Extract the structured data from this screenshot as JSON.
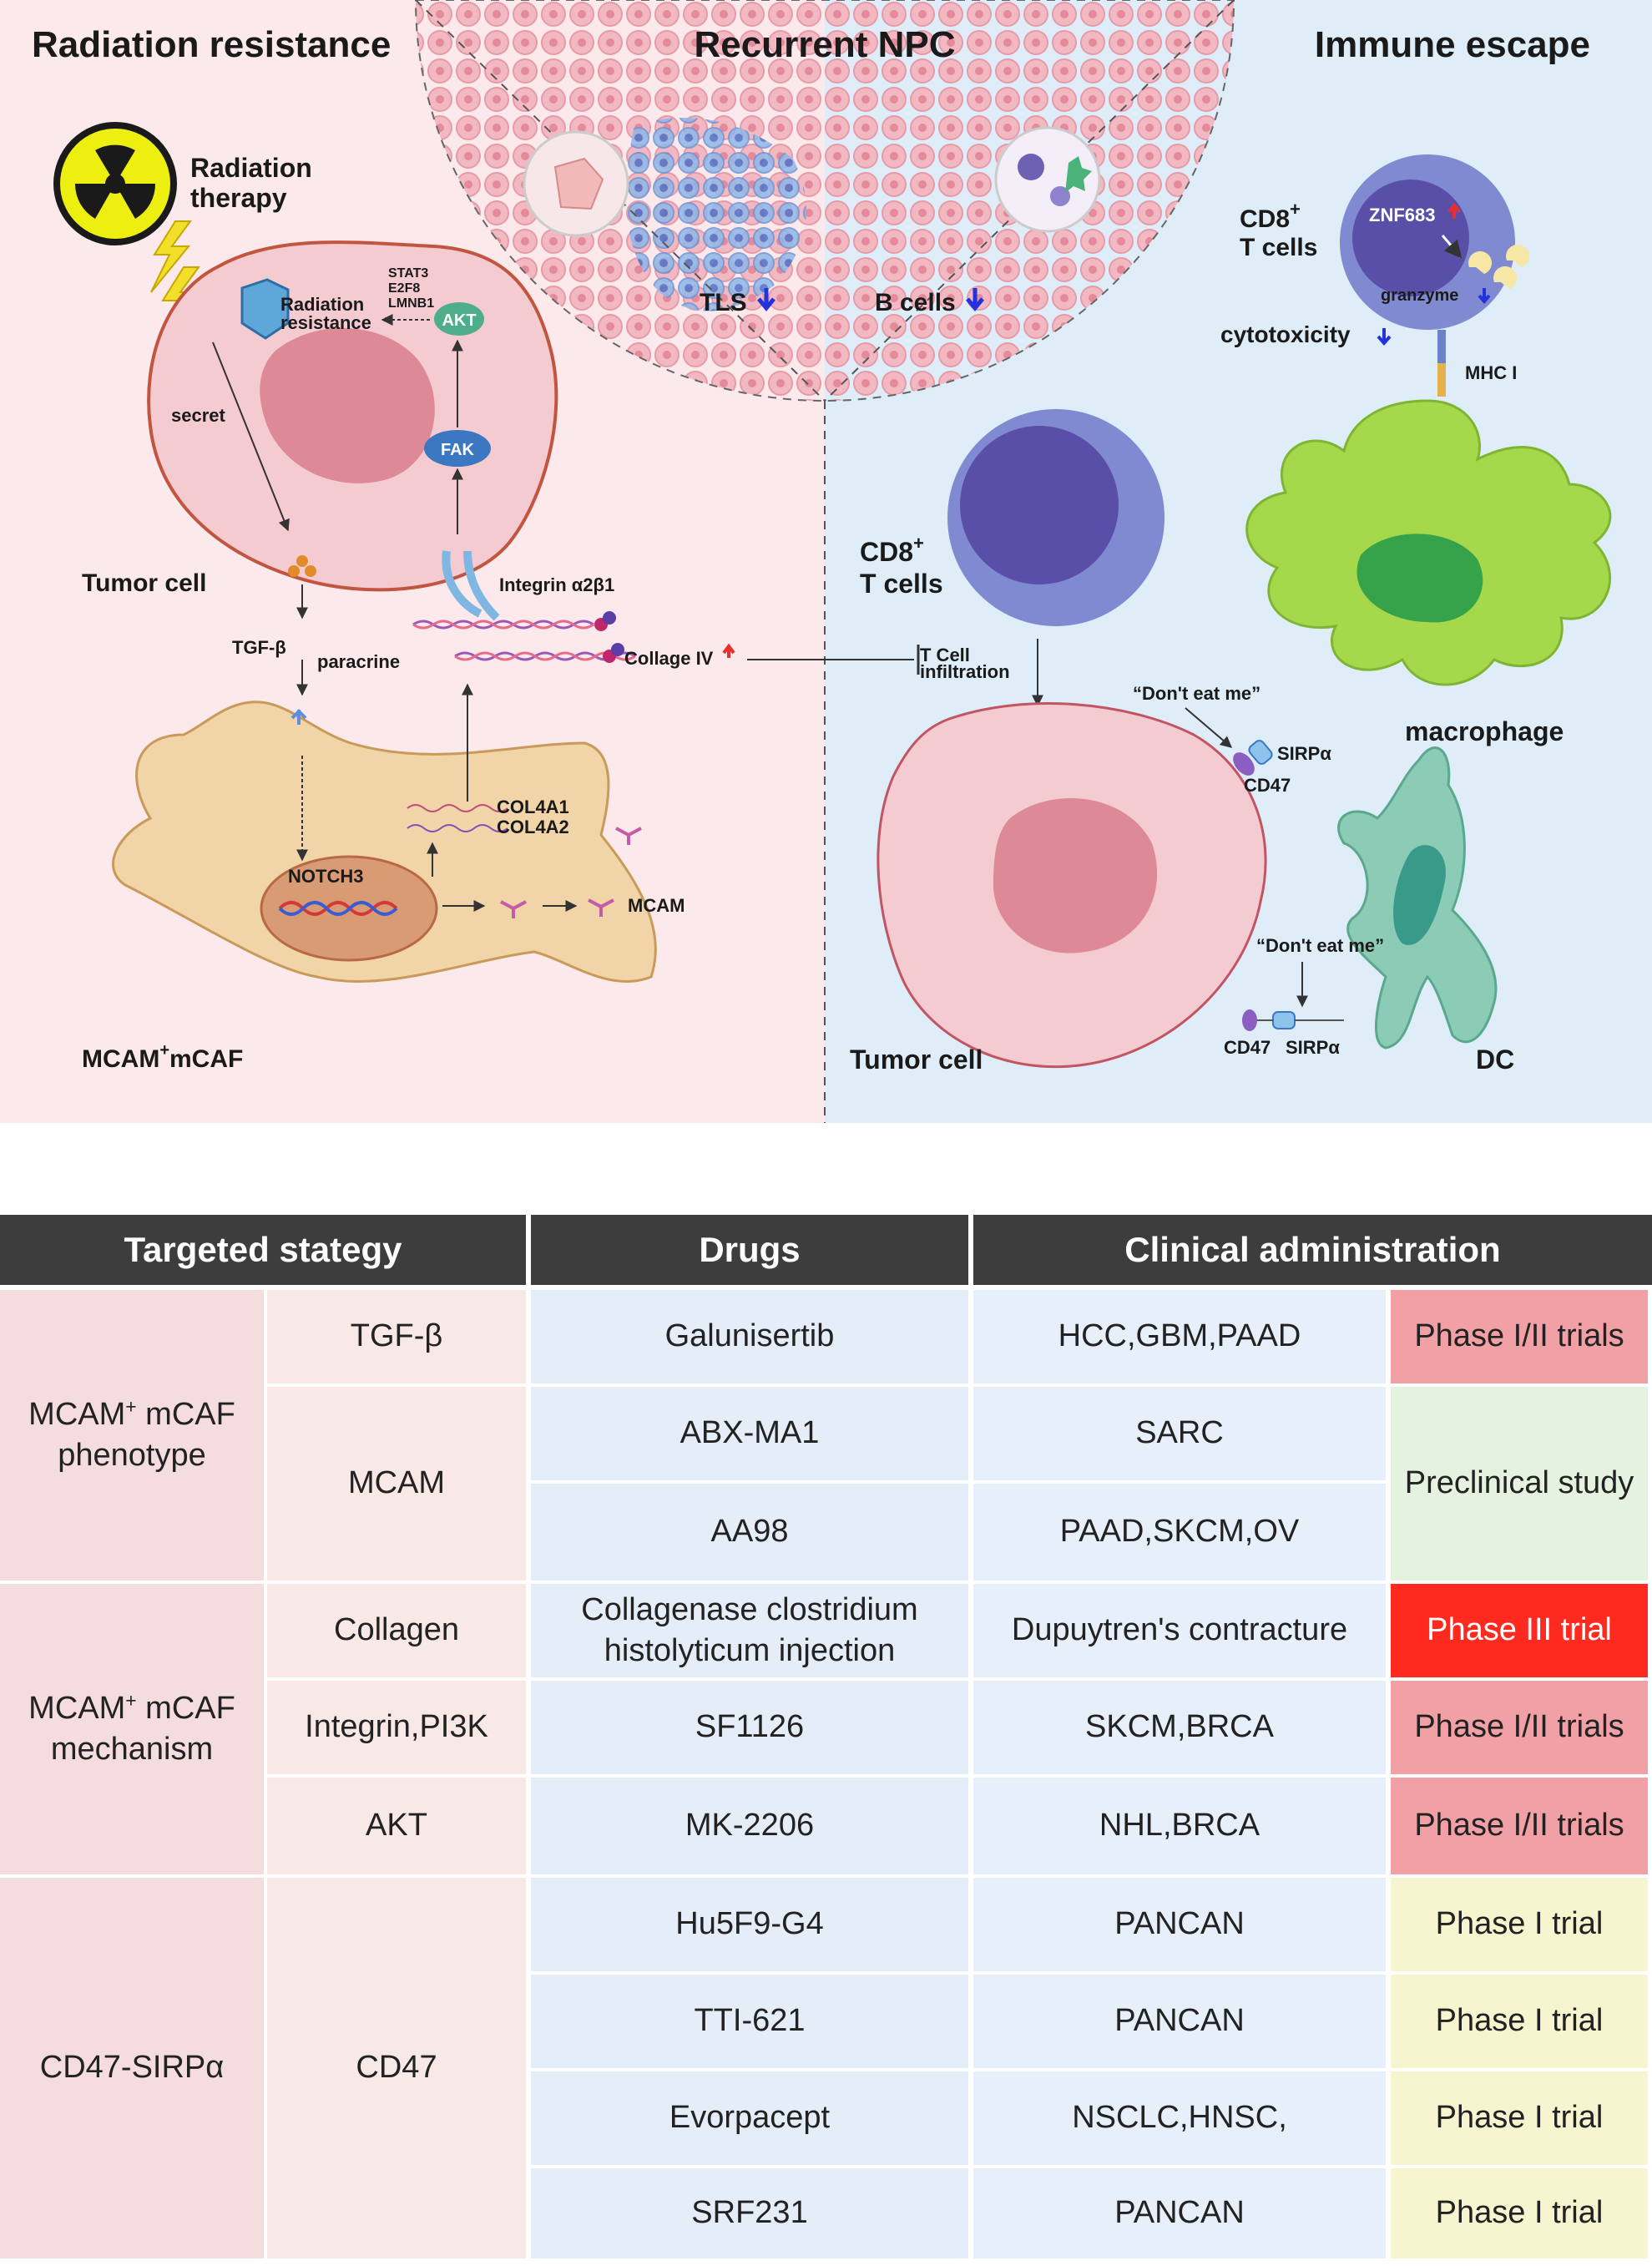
{
  "diagram": {
    "headers": {
      "left": "Radiation resistance",
      "center": "Recurrent NPC",
      "right": "Immune escape"
    },
    "left": {
      "radiation_therapy_line1": "Radiation",
      "radiation_therapy_line2": "therapy",
      "radiation_resistance_line1": "Radiation",
      "radiation_resistance_line2": "resistance",
      "stat3": "STAT3",
      "e2f8": "E2F8",
      "lmnb1": "LMNB1",
      "akt": "AKT",
      "fak": "FAK",
      "secret": "secret",
      "tumor_cell": "Tumor cell",
      "integrin": "Integrin α2β1",
      "tgfb": "TGF-β",
      "paracrine": "paracrine",
      "collage_iv": "Collage IV",
      "col4a1": "COL4A1",
      "col4a2": "COL4A2",
      "notch3": "NOTCH3",
      "mcam": "MCAM",
      "mcaf_pre": "MCAM",
      "mcaf_sup": "+",
      "mcaf_post": "mCAF"
    },
    "center": {
      "tls": "TLS",
      "b_cells": "B cells",
      "t_cell_infiltration_line1": "T Cell",
      "t_cell_infiltration_line2": "infiltration"
    },
    "right": {
      "cd8_top": "CD8",
      "cd8_sup": "+",
      "tcells": "T cells",
      "znf683": "ZNF683",
      "granzyme": "granzyme",
      "cytotoxicity": "cytotoxicity",
      "mhc": "MHC I",
      "cd8_mid": "CD8",
      "cd8_mid_sup": "+",
      "tcells_mid": "T cells",
      "dont_eat_1": "“Don't eat me”",
      "sirpa_1": "SIRPα",
      "cd47_1": "CD47",
      "macrophage": "macrophage",
      "dont_eat_2": "“Don't eat me”",
      "cd47_2": "CD47",
      "sirpa_2": "SIRPα",
      "tumor_cell": "Tumor cell",
      "dc": "DC"
    },
    "colors": {
      "left_bg": "#fbe9ec",
      "right_bg": "#dfeef8",
      "tumor_cell": "#f4c9cf",
      "nucleus": "#dc8a96",
      "mcaf": "#f0d3a6",
      "cd8": "#7f8ad1",
      "macrophage": "#9fd44a",
      "dc": "#8ccbb5",
      "up_arrow": "#e63030",
      "down_arrow": "#2233dd"
    }
  },
  "table": {
    "headers": [
      "Targeted stategy",
      "Drugs",
      "Clinical administration"
    ],
    "groups": [
      {
        "pre": "MCAM",
        "sup": "+",
        "post": " mCAF",
        "line2": "phenotype"
      },
      {
        "pre": "MCAM",
        "sup": "+",
        "post": " mCAF",
        "line2": "mechanism"
      },
      {
        "pre": "CD47-SIRPα",
        "sup": "",
        "post": "",
        "line2": ""
      }
    ],
    "targets": [
      "TGF-β",
      "MCAM",
      "Collagen",
      "Integrin,PI3K",
      "AKT",
      "CD47"
    ],
    "drugs": [
      "Galunisertib",
      "ABX-MA1",
      "AA98",
      "Collagenase clostridium histolyticum injection",
      "SF1126",
      "MK-2206",
      "Hu5F9-G4",
      "TTI-621",
      "Evorpacept",
      "SRF231"
    ],
    "indications": [
      "HCC,GBM,PAAD",
      "SARC",
      "PAAD,SKCM,OV",
      "Dupuytren's contracture",
      "SKCM,BRCA",
      "NHL,BRCA",
      "PANCAN",
      "PANCAN",
      "NSCLC,HNSC,",
      "PANCAN"
    ],
    "phases": [
      "Phase I/II trials",
      "Preclinical study",
      "Phase III trial",
      "Phase I/II trials",
      "Phase I/II trials",
      "Phase I trial",
      "Phase I trial",
      "Phase I trial",
      "Phase I trial"
    ]
  }
}
